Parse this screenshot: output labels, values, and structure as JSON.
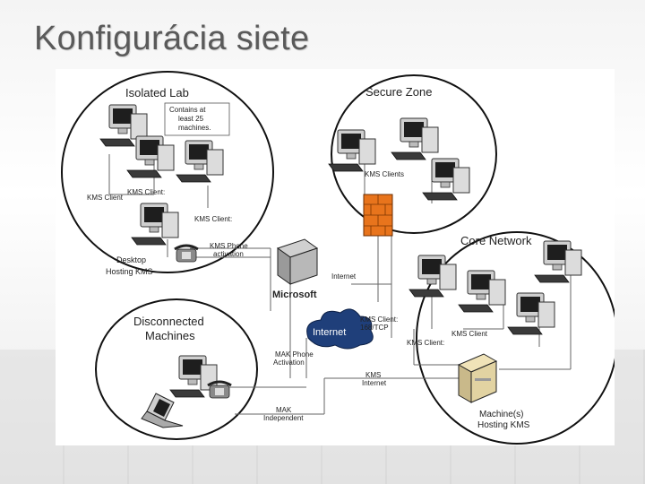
{
  "title": "Konfigurácia siete",
  "zones": {
    "isolated_lab": "Isolated Lab",
    "secure_zone": "Secure Zone",
    "core_network": "Core Network",
    "disconnected": [
      "Disconnected",
      "Machines"
    ]
  },
  "notes": {
    "contains": [
      "Contains at",
      "least 25",
      "machines."
    ]
  },
  "labels": {
    "kms_client": "KMS Client",
    "kms_client_colon": "KMS Client:",
    "kms_clients": "KMS Clients",
    "kms_phone": [
      "KMS Phone",
      "activation"
    ],
    "desktop_kms": [
      "Desktop",
      "Hosting KMS"
    ],
    "microsoft": "Microsoft",
    "internet_label": "Internet",
    "cloud": "Internet",
    "kms_client_rpc": [
      "KMS Client:",
      "168/TCP"
    ],
    "mak_phone": [
      "MAK Phone",
      "Activation"
    ],
    "mak_independent": [
      "MAK",
      "Independent"
    ],
    "kms_internet": [
      "KMS",
      "Internet"
    ],
    "machine_kms": [
      "Machine(s)",
      "Hosting KMS"
    ]
  },
  "colors": {
    "firewall": "#e8741c",
    "cloud": "#1f3f7a",
    "line": "#666666"
  }
}
